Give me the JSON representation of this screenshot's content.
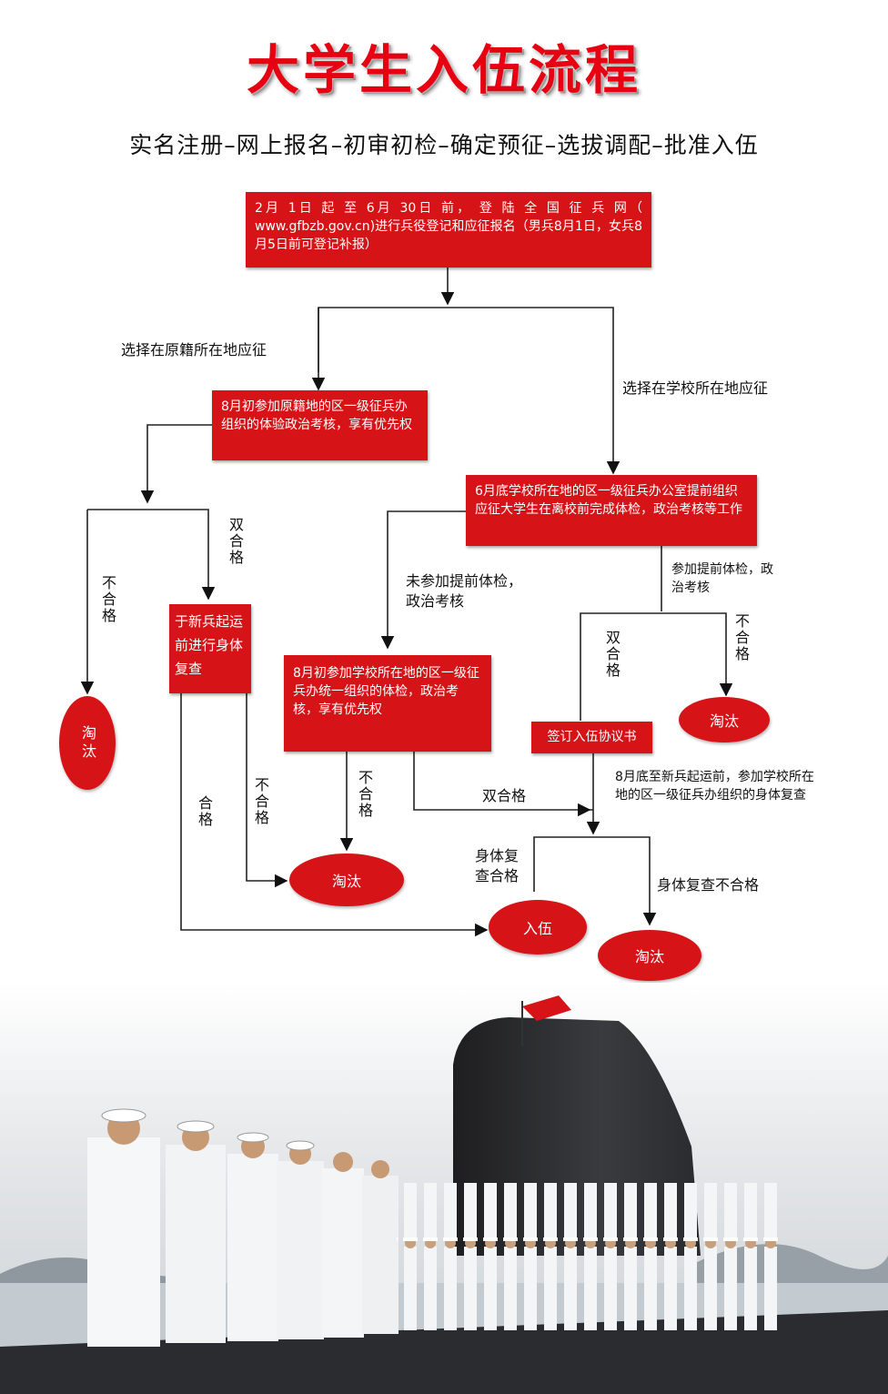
{
  "title": "大学生入伍流程",
  "subtitle": "实名注册–网上报名–初审初检–确定预征–选拔调配–批准入伍",
  "boxes": {
    "start": "2月 1日 起 至 6月 30日 前， 登 陆 全 国 征 兵 网（ www.gfbzb.gov.cn)进行兵役登记和应征报名（男兵8月1日，女兵8月5日前可登记补报）",
    "hometown_exam": "8月初参加原籍地的区一级征兵办组织的体验政治考核，享有优先权",
    "school_early": "6月底学校所在地的区一级征兵办公室提前组织应征大学生在离校前完成体检，政治考核等工作",
    "recheck_before_depart": "于新兵起运前进行身体复查",
    "school_august_exam": "8月初参加学校所在地的区一级征兵办统一组织的体检，政治考核，享有优先权",
    "sign_agreement": "签订入伍协议书"
  },
  "ovals": {
    "eliminate_left": "淘汰",
    "eliminate_right_top": "淘汰",
    "eliminate_middle": "淘汰",
    "enlist": "入伍",
    "eliminate_bottom": "淘汰"
  },
  "labels": {
    "choose_hometown": "选择在原籍所在地应征",
    "choose_school": "选择在学校所在地应征",
    "double_pass_left": "双合格",
    "fail_left": "不合格",
    "not_participated": "未参加提前体检，政治考核",
    "participated_early": "参加提前体检，政治考核",
    "double_pass_right": "双合格",
    "fail_right": "不合格",
    "fail_middle": "不合格",
    "pass_recheck": "合格",
    "fail_recheck": "不合格",
    "double_pass_bottom": "双合格",
    "final_recheck_note": "8月底至新兵起运前，参加学校所在地的区一级征兵办组织的身体复查",
    "recheck_pass": "身体复查合格",
    "recheck_fail": "身体复查不合格"
  },
  "colors": {
    "accent": "#d61418",
    "title": "#e60012",
    "text": "#111111"
  }
}
